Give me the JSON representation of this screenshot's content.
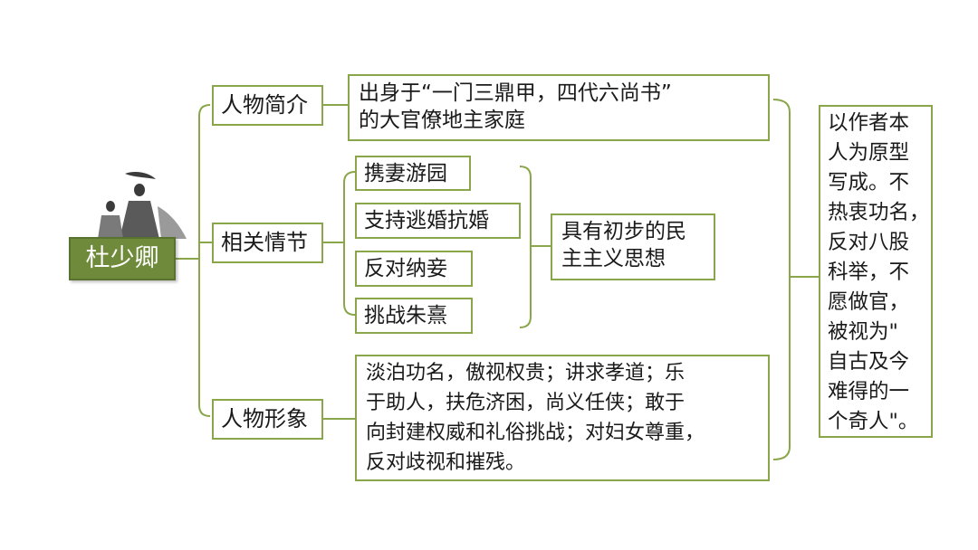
{
  "root": {
    "label": "杜少卿"
  },
  "branches": {
    "profile": {
      "label": "人物简介",
      "text": [
        "出身于“一门三鼎甲，四代六尚书”",
        "的大官僚地主家庭"
      ]
    },
    "plots": {
      "label": "相关情节",
      "items": [
        "携妻游园",
        "支持逃婚抗婚",
        "反对纳妾",
        "挑战朱熹"
      ],
      "summary": [
        "具有初步的民",
        "主主义思想"
      ]
    },
    "image": {
      "label": "人物形象",
      "text": [
        "淡泊功名，傲视权贵；讲求孝道；乐",
        "于助人，扶危济困，尚义任侠；敢于",
        "向封建权威和礼俗挑战；对妇女尊重，",
        "反对歧视和摧残。"
      ]
    }
  },
  "conclusion": [
    "以作者本",
    "人为原型",
    "写成。不",
    "热衷功名，",
    "反对八股",
    "科举，不",
    "愿做官，",
    "被视为\"",
    "自古及今",
    "难得的一",
    "个奇人\"。"
  ],
  "colors": {
    "border": "#8aa64a",
    "root_fill": "#6f8a3a"
  }
}
